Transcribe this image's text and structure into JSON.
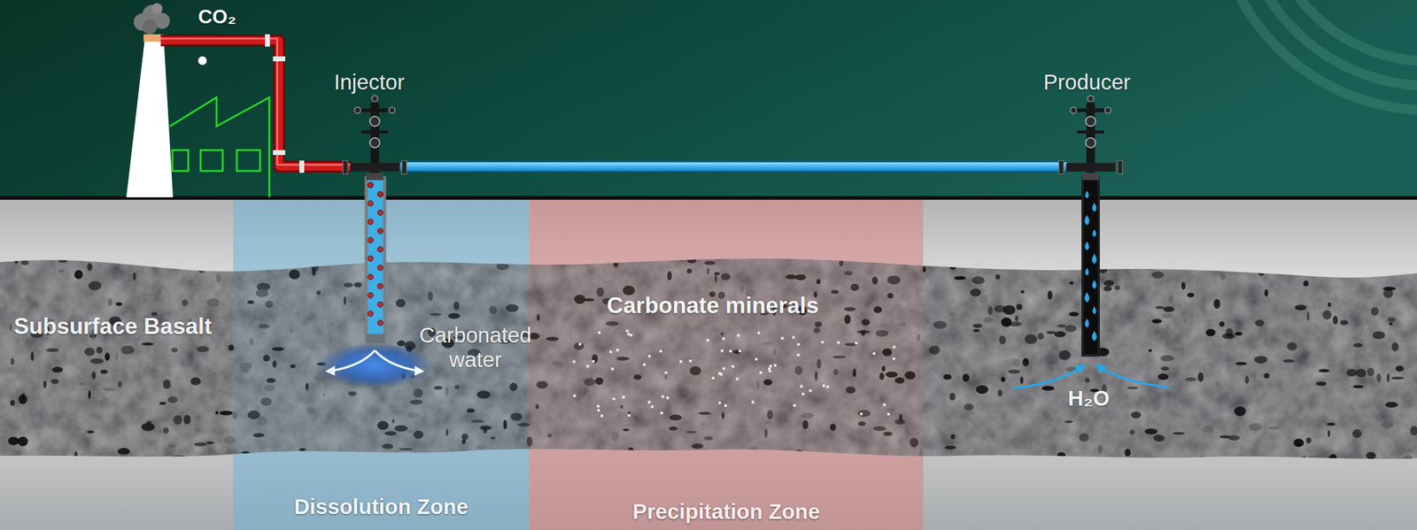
{
  "diagram": {
    "nodes": [
      {
        "text": [
          "Dissolution Zone"
        ]
      },
      {
        "text": [
          "Precipitation Zone"
        ]
      }
    ],
    "labels": [
      "CO₂",
      "Injector",
      "Producer",
      "Subsurface Basalt",
      "Carbonated water",
      "Carbonate minerals",
      "H₂O"
    ]
  }
}
